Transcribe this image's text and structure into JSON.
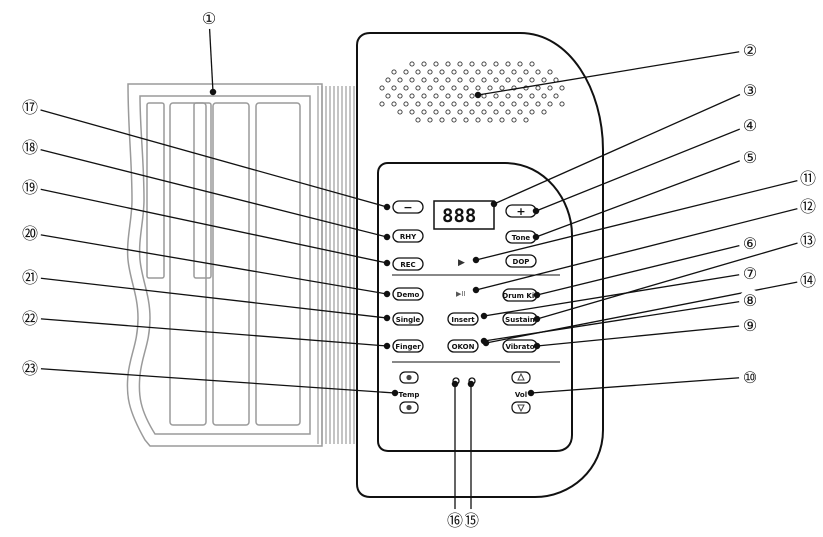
{
  "display": {
    "readout": "888"
  },
  "buttons": {
    "minus": "−",
    "plus": "+",
    "rhy": "RHY",
    "tone": "Tone",
    "rec": "REC",
    "dop": "DOP",
    "demo": "Demo",
    "drum_kit": "Drum Kit",
    "single": "Single",
    "insert": "Insert",
    "sustain": "Sustain",
    "finger": "Finger",
    "okon": "OKON",
    "vibrato": "Vibrato",
    "temp": "Temp",
    "vol": "Vol"
  },
  "icons": {
    "play": "▶",
    "play_pause": "▶II"
  },
  "callouts": [
    "①",
    "②",
    "③",
    "④",
    "⑤",
    "⑥",
    "⑦",
    "⑧",
    "⑨",
    "⑩",
    "⑪",
    "⑫",
    "⑬",
    "⑭",
    "⑮",
    "⑯",
    "⑰",
    "⑱",
    "⑲",
    "⑳",
    "㉑",
    "㉒",
    "㉓"
  ]
}
